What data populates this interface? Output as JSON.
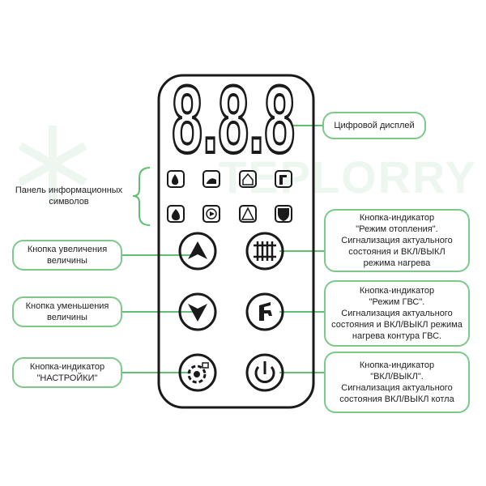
{
  "watermark": "TEPLORRY",
  "colors": {
    "accent": "#7cc98a",
    "line": "#5fbf72",
    "panel": "#1a1a1a"
  },
  "display": {
    "digits": "8.8.8",
    "label": "Цифровой дисплей"
  },
  "info_panel": {
    "label": "Панель информационных\nсимволов",
    "icons_row1": [
      "water-temp-icon",
      "floor-heating-temp-icon",
      "room-temp-icon",
      "tap-icon"
    ],
    "icons_row2": [
      "flame-icon",
      "play-icon",
      "warning-icon",
      "shield-icon"
    ]
  },
  "buttons": {
    "up": {
      "icon": "arrow-up-icon",
      "label": "Кнопка увеличения\nвеличины"
    },
    "down": {
      "icon": "arrow-down-icon",
      "label": "Кнопка уменьшения\nвеличины"
    },
    "settings": {
      "icon": "gear-lock-icon",
      "label": "Кнопка-индикатор\n\"НАСТРОЙКИ\""
    },
    "heating": {
      "icon": "radiator-icon",
      "label": "Кнопка-индикатор\n\"Режим отопления\".\nСигнализация актуального\nсостояния и ВКЛ/ВЫКЛ\nрежима нагрева"
    },
    "dhw": {
      "icon": "tap-icon",
      "label": "Кнопка-индикатор\n\"Режим ГВС\".\nСигнализация актуального\nсостояния и ВКЛ/ВЫКЛ режима\nнагрева контура ГВС."
    },
    "power": {
      "icon": "power-icon",
      "label": "Кнопка-индикатор\n\"ВКЛ/ВЫКЛ\".\nСигнализация актуального\nсостояния ВКЛ/ВЫКЛ котла"
    }
  }
}
